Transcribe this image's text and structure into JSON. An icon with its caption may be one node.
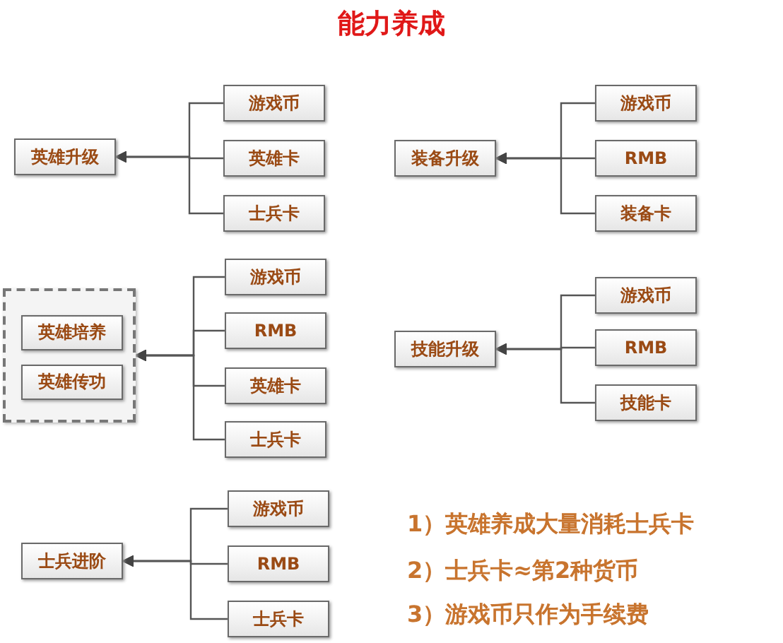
{
  "diagram": {
    "title": "能力养成",
    "nodes": [
      {
        "text": [
          "英雄升级"
        ]
      },
      {
        "text": [
          "游戏币"
        ]
      },
      {
        "text": [
          "英雄卡"
        ]
      },
      {
        "text": [
          "士兵卡"
        ]
      },
      {
        "text": [
          "装备升级"
        ]
      },
      {
        "text": [
          "游戏币"
        ]
      },
      {
        "text": [
          "RMB"
        ]
      },
      {
        "text": [
          "装备卡"
        ]
      },
      {
        "text": [],
        "shape": "box"
      },
      {
        "text": [
          "英雄培养"
        ],
        "in": 8
      },
      {
        "text": [
          "英雄传功"
        ],
        "in": 8
      },
      {
        "text": [
          "游戏币"
        ]
      },
      {
        "text": [
          "RMB"
        ]
      },
      {
        "text": [
          "英雄卡"
        ]
      },
      {
        "text": [
          "士兵卡"
        ]
      },
      {
        "text": [
          "技能升级"
        ]
      },
      {
        "text": [
          "游戏币"
        ]
      },
      {
        "text": [
          "RMB"
        ]
      },
      {
        "text": [
          "技能卡"
        ]
      },
      {
        "text": [
          "士兵进阶"
        ]
      },
      {
        "text": [
          "游戏币"
        ]
      },
      {
        "text": [
          "RMB"
        ]
      },
      {
        "text": [
          "士兵卡"
        ]
      }
    ],
    "edges": [
      {
        "from": 1,
        "to": 0,
        "arrow": "to"
      },
      {
        "from": 2,
        "to": 0,
        "arrow": "to"
      },
      {
        "from": 3,
        "to": 0,
        "arrow": "to"
      },
      {
        "from": 5,
        "to": 4,
        "arrow": "to"
      },
      {
        "from": 6,
        "to": 4,
        "arrow": "to"
      },
      {
        "from": 7,
        "to": 4,
        "arrow": "to"
      },
      {
        "from": 11,
        "to": 8,
        "arrow": "to"
      },
      {
        "from": 12,
        "to": 8,
        "arrow": "to"
      },
      {
        "from": 13,
        "to": 8,
        "arrow": "to"
      },
      {
        "from": 14,
        "to": 8,
        "arrow": "to"
      },
      {
        "from": 16,
        "to": 15,
        "arrow": "to"
      },
      {
        "from": 17,
        "to": 15,
        "arrow": "to"
      },
      {
        "from": 18,
        "to": 15,
        "arrow": "to"
      },
      {
        "from": 20,
        "to": 19,
        "arrow": "to"
      },
      {
        "from": 21,
        "to": 19,
        "arrow": "to"
      },
      {
        "from": 22,
        "to": 19,
        "arrow": "to"
      }
    ],
    "labels": [
      "1）英雄养成大量消耗士兵卡",
      "2）士兵卡≈第2种货币",
      "3）游戏币只作为手续费"
    ]
  }
}
